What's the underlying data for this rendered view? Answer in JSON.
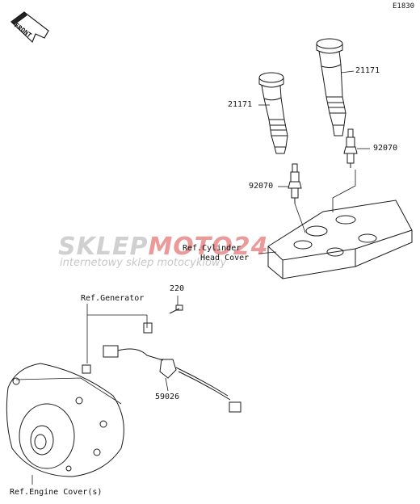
{
  "diagram_code": "E1830",
  "front_label": "FRONT",
  "watermark": {
    "brand_gray": "SKLEP",
    "brand_red": "MOTO",
    "suffix_red": "24",
    "tagline": "internetowy sklep motocyklowy"
  },
  "labels": {
    "coil_right": "21171",
    "coil_left": "21171",
    "plug_right": "92070",
    "plug_left": "92070",
    "ref_cyl_line1": "Ref.Cylinder",
    "ref_cyl_line2": "Head Cover",
    "bolt": "220",
    "ref_generator": "Ref.Generator",
    "sensor": "59026",
    "ref_engine_cover": "Ref.Engine Cover(s)"
  },
  "colors": {
    "line": "#1a1a1a",
    "watermark_red": "#dc4646",
    "watermark_gray": "#aaaaaa"
  }
}
